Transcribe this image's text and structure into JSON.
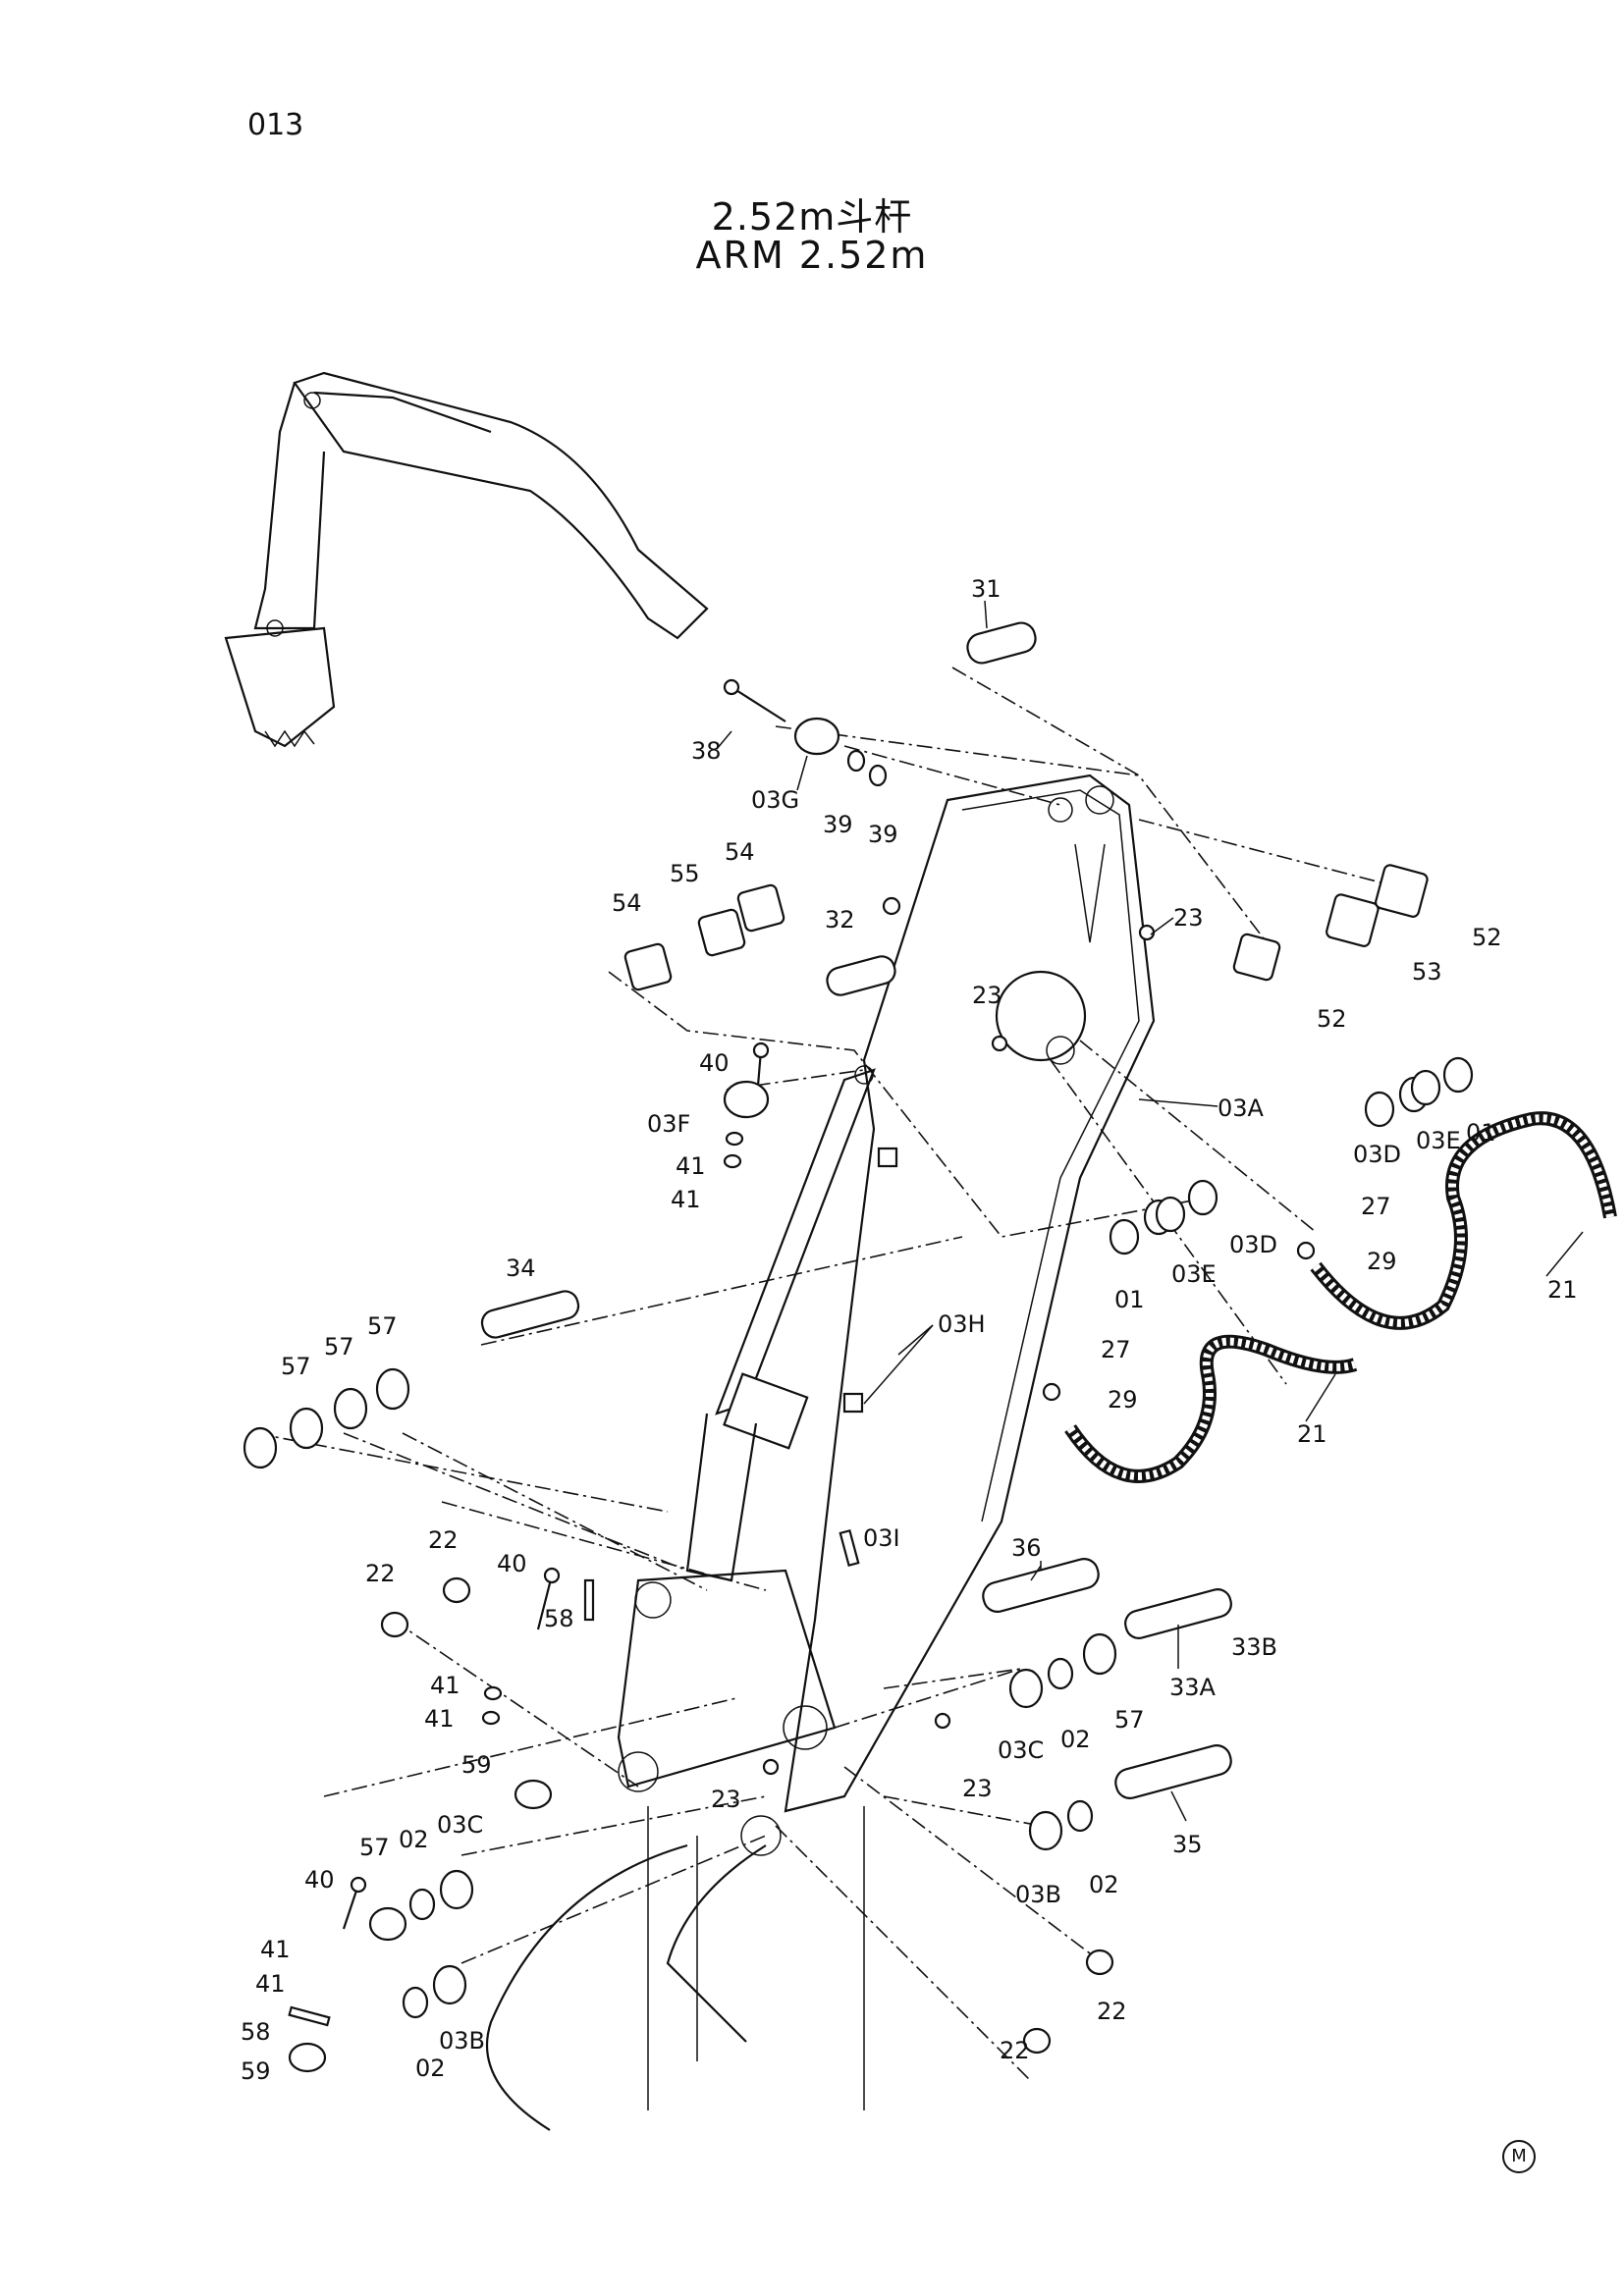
{
  "page_number": "013",
  "title_cn": "2.52m斗杆",
  "title_en": "ARM 2.52m",
  "corner_mark": "M",
  "labels": {
    "p31": "31",
    "p38": "38",
    "p03G": "03G",
    "p39a": "39",
    "p39b": "39",
    "p54a": "54",
    "p55": "55",
    "p54b": "54",
    "p32": "32",
    "p23a": "23",
    "p23b": "23",
    "p52a": "52",
    "p53": "53",
    "p52b": "52",
    "p40a": "40",
    "p03F": "03F",
    "p41a": "41",
    "p41b": "41",
    "p03A": "03A",
    "p03D1": "03D",
    "p03E1": "03E",
    "p01a": "01",
    "p01b": "01",
    "p03E2": "03E",
    "p03D2": "03D",
    "p27a": "27",
    "p29a": "29",
    "p21a": "21",
    "p34": "34",
    "p03H": "03H",
    "p27b": "27",
    "p29b": "29",
    "p21b": "21",
    "p57a": "57",
    "p57b": "57",
    "p57c": "57",
    "p22a": "22",
    "p22b": "22",
    "p40b": "40",
    "p58a": "58",
    "p03I": "03I",
    "p36": "36",
    "p33B": "33B",
    "p33A": "33A",
    "p41c": "41",
    "p41d": "41",
    "p03C1": "03C",
    "p02a": "02",
    "p57d": "57",
    "p59a": "59",
    "p23c": "23",
    "p23d": "23",
    "p57e": "57",
    "p02b": "02",
    "p03C2": "03C",
    "p40c": "40",
    "p35": "35",
    "p03B1": "03B",
    "p02c": "02",
    "p41e": "41",
    "p41f": "41",
    "p58b": "58",
    "p59b": "59",
    "p02d": "02",
    "p03B2": "03B",
    "p22c": "22",
    "p22d": "22"
  }
}
